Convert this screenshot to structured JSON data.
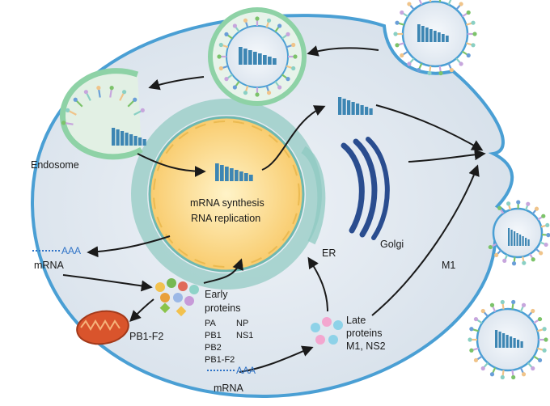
{
  "labels": {
    "endosome": "Endosome",
    "nucleus_line1": "mRNA synthesis",
    "nucleus_line2": "RNA replication",
    "er": "ER",
    "golgi": "Golgi",
    "mrna_top": "mRNA",
    "mrna_bottom": "mRNA",
    "early_line1": "Early",
    "early_line2": "proteins",
    "late_line1": "Late",
    "late_line2": "proteins",
    "late_line3": "M1, NS2",
    "pb1f2_mito": "PB1-F2",
    "m1": "M1",
    "polyA_top": "AAA",
    "polyA_bottom": "AAA"
  },
  "early_proteins": {
    "col1": [
      "PA",
      "PB1",
      "PB2",
      "PB1-F2"
    ],
    "col2": [
      "NP",
      "NS1"
    ]
  },
  "colors": {
    "cytoplasm": "#dde6ef",
    "membrane": "#4a9fd4",
    "nucleus": "#fcd98a",
    "nuclear_envelope": "#6fb8b0",
    "endosome_membrane": "#8ed2a6",
    "rna_segment": "#3d86b3",
    "golgi": "#2a4d8f",
    "mitochondrion": "#d9542c",
    "text": "#1a1a1a",
    "polyA": "#2f73c7"
  }
}
